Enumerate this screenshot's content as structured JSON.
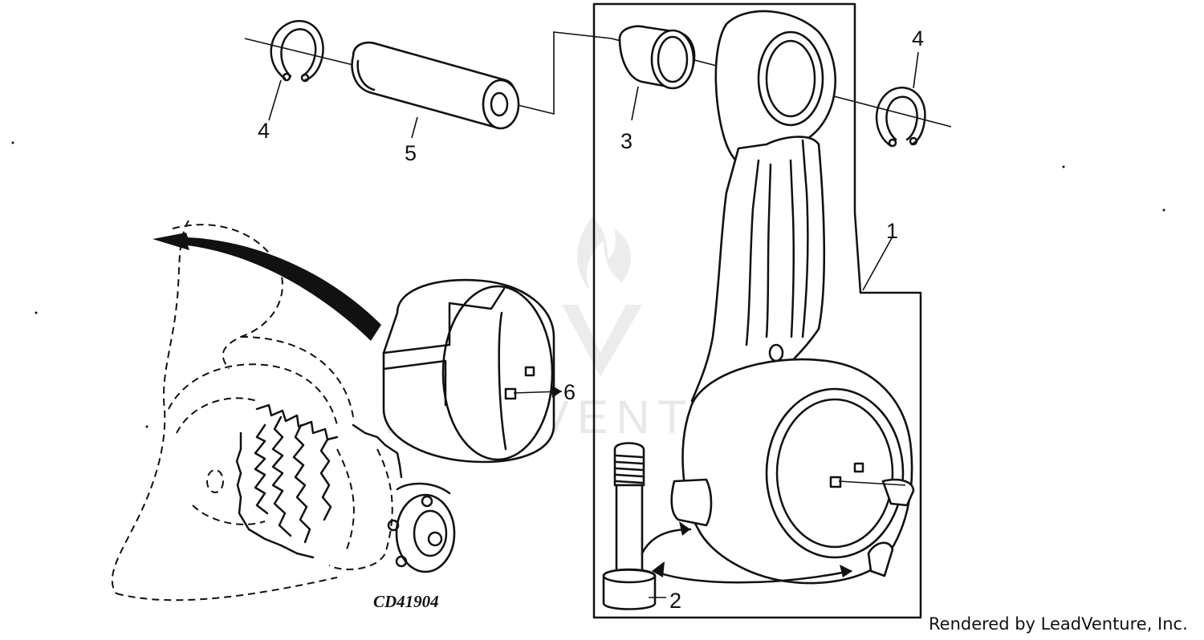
{
  "figure_code": "CD41904",
  "credit": "Rendered by LeadVenture, Inc.",
  "watermark": {
    "text": "LEADVENTURE",
    "color": "#e6e6e6"
  },
  "callouts": [
    {
      "id": "connecting-rod",
      "number": "1"
    },
    {
      "id": "rod-cap-screw",
      "number": "2"
    },
    {
      "id": "piston-pin-bushing",
      "number": "3"
    },
    {
      "id": "snap-ring-left",
      "number": "4"
    },
    {
      "id": "snap-ring-right",
      "number": "4"
    },
    {
      "id": "piston-pin",
      "number": "5"
    },
    {
      "id": "rod-bearing-insert",
      "number": "6"
    }
  ],
  "colors": {
    "ink": "#111111",
    "paper": "#ffffff"
  }
}
